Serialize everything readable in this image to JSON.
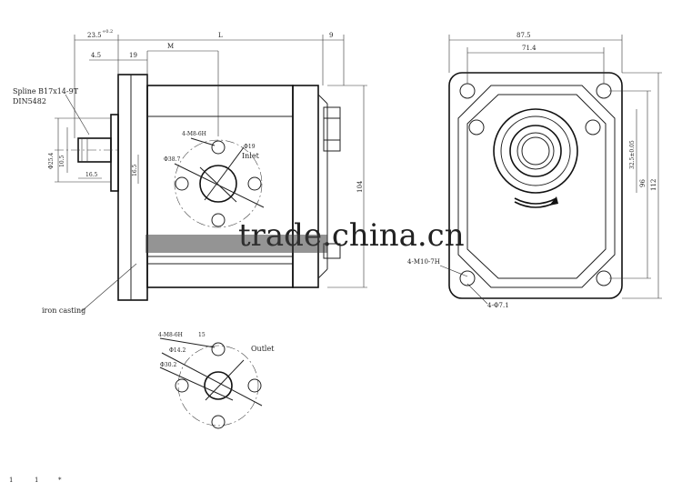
{
  "side_view": {
    "dims": {
      "d_23_5": "23.5",
      "d_23_5_tol": "+0.2",
      "d_l": "L",
      "d_9": "9",
      "d_4_5": "4.5",
      "d_19": "19",
      "d_m": "M",
      "d_25_4": "Φ25.4",
      "d_16_5": "16.5",
      "d_10_5": "10.5",
      "d_15_6": "16.5",
      "d_104": "104"
    },
    "labels": {
      "spline": "Spline B17x14-9T",
      "din": "DIN5482",
      "iron_casting": "iron casting"
    }
  },
  "inlet_port": {
    "thread": "4-M8-6H",
    "bore": "Φ19",
    "pcd": "Φ38.7",
    "label": "Inlet"
  },
  "outlet_port": {
    "thread": "4-M8-6H",
    "depth": "15",
    "bore": "Φ14.2",
    "pcd": "Φ30.2",
    "label": "Outlet"
  },
  "front_view": {
    "dims": {
      "width": "87.5",
      "hole_spacing": "71.4",
      "pilot": "32.5±0.05",
      "height_96": "96",
      "height_112": "112"
    },
    "labels": {
      "mount_holes": "4-M10-7H",
      "through_holes": "4-Φ7.1"
    }
  },
  "watermark": "trade.china.cn",
  "footer_marks": [
    "1",
    "1",
    "*"
  ]
}
